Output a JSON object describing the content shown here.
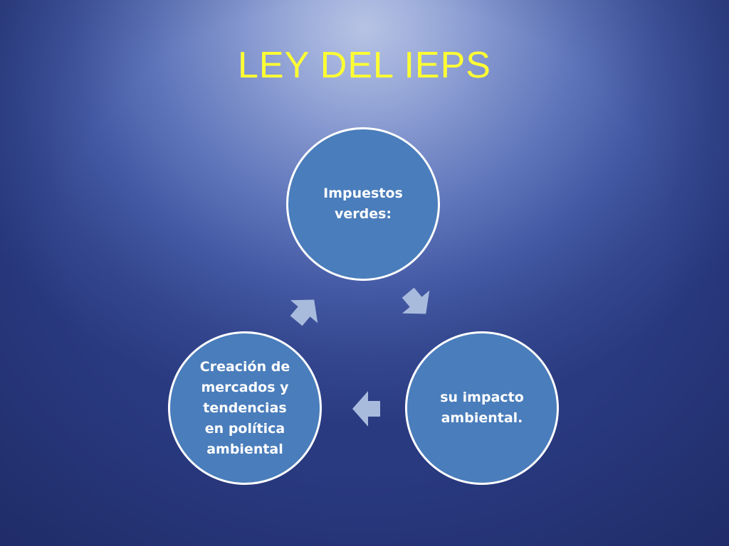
{
  "slide": {
    "title": "LEY DEL IEPS",
    "title_color": "#ffff33"
  },
  "cycle": {
    "nodes": [
      {
        "label": "Impuestos\nverdes:"
      },
      {
        "label": "su impacto\nambiental."
      },
      {
        "label": "Creación de\nmercados y\ntendencias\nen política\nambiental"
      }
    ],
    "node_color": "#4a7dbb",
    "node_border_color": "#ffffff",
    "arrow_color": "#a8bbdd",
    "direction": "clockwise"
  }
}
